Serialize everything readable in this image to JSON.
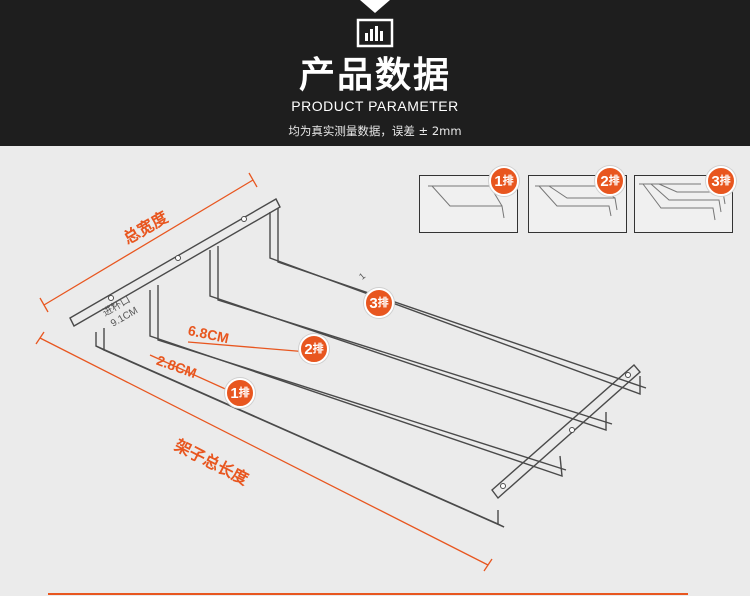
{
  "header": {
    "title": "产品数据",
    "subtitle": "PRODUCT PARAMETER",
    "note": "均为真实测量数据，误差 ± 2mm"
  },
  "icons": {
    "header_icon": "bar-chart-icon"
  },
  "thumbnails": [
    {
      "num": "1",
      "unit": "排"
    },
    {
      "num": "2",
      "unit": "排"
    },
    {
      "num": "3",
      "unit": "排"
    }
  ],
  "rack_badges": [
    {
      "num": "3",
      "unit": "排"
    },
    {
      "num": "2",
      "unit": "排"
    },
    {
      "num": "1",
      "unit": "排"
    }
  ],
  "dimensions": {
    "width_label": "总宽度",
    "length_label": "架子总长度",
    "entry_label": "进杯口",
    "entry_value": "9.1CM",
    "gap_a": "6.8CM",
    "gap_b": "2.8CM",
    "rail_mark": "1"
  },
  "colors": {
    "accent": "#e8561f",
    "header_bg": "#1e1e1e",
    "page_bg": "#ebebeb"
  }
}
